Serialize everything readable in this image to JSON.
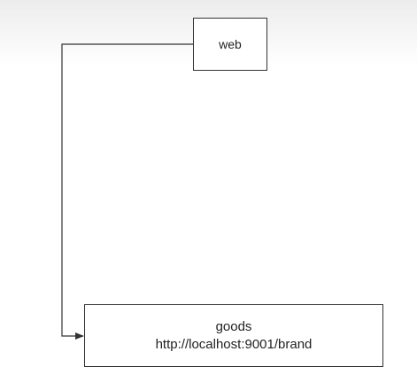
{
  "nodes": {
    "web": {
      "label": "web"
    },
    "goods": {
      "label": "goods",
      "url": "http://localhost:9001/brand"
    }
  },
  "edges": [
    {
      "from": "web",
      "to": "goods",
      "style": "elbow",
      "arrow": "end"
    }
  ],
  "colors": {
    "stroke": "#333333",
    "node_fill": "#ffffff",
    "text": "#222222"
  }
}
